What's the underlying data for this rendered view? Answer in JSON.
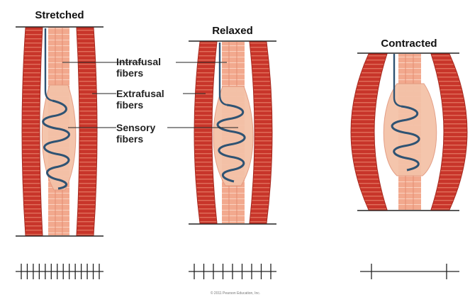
{
  "states": {
    "stretched": {
      "title": "Stretched",
      "spike_count": 14
    },
    "relaxed": {
      "title": "Relaxed",
      "spike_count": 9
    },
    "contracted": {
      "title": "Contracted",
      "spike_count": 2
    }
  },
  "labels": {
    "intrafusal": {
      "line1": "Intrafusal",
      "line2": "fibers"
    },
    "extrafusal": {
      "line1": "Extrafusal",
      "line2": "fibers"
    },
    "sensory": {
      "line1": "Sensory",
      "line2": "fibers"
    }
  },
  "credit": "© 2011 Pearson Education, Inc.",
  "colors": {
    "extrafusal_muscle": "#c8352a",
    "extrafusal_stripes": "#e8826a",
    "intrafusal_fiber": "#f2a98e",
    "spindle_capsule": "#f4c2a8",
    "sensory_nerve": "#2f5373",
    "boundary_line": "#222222"
  }
}
